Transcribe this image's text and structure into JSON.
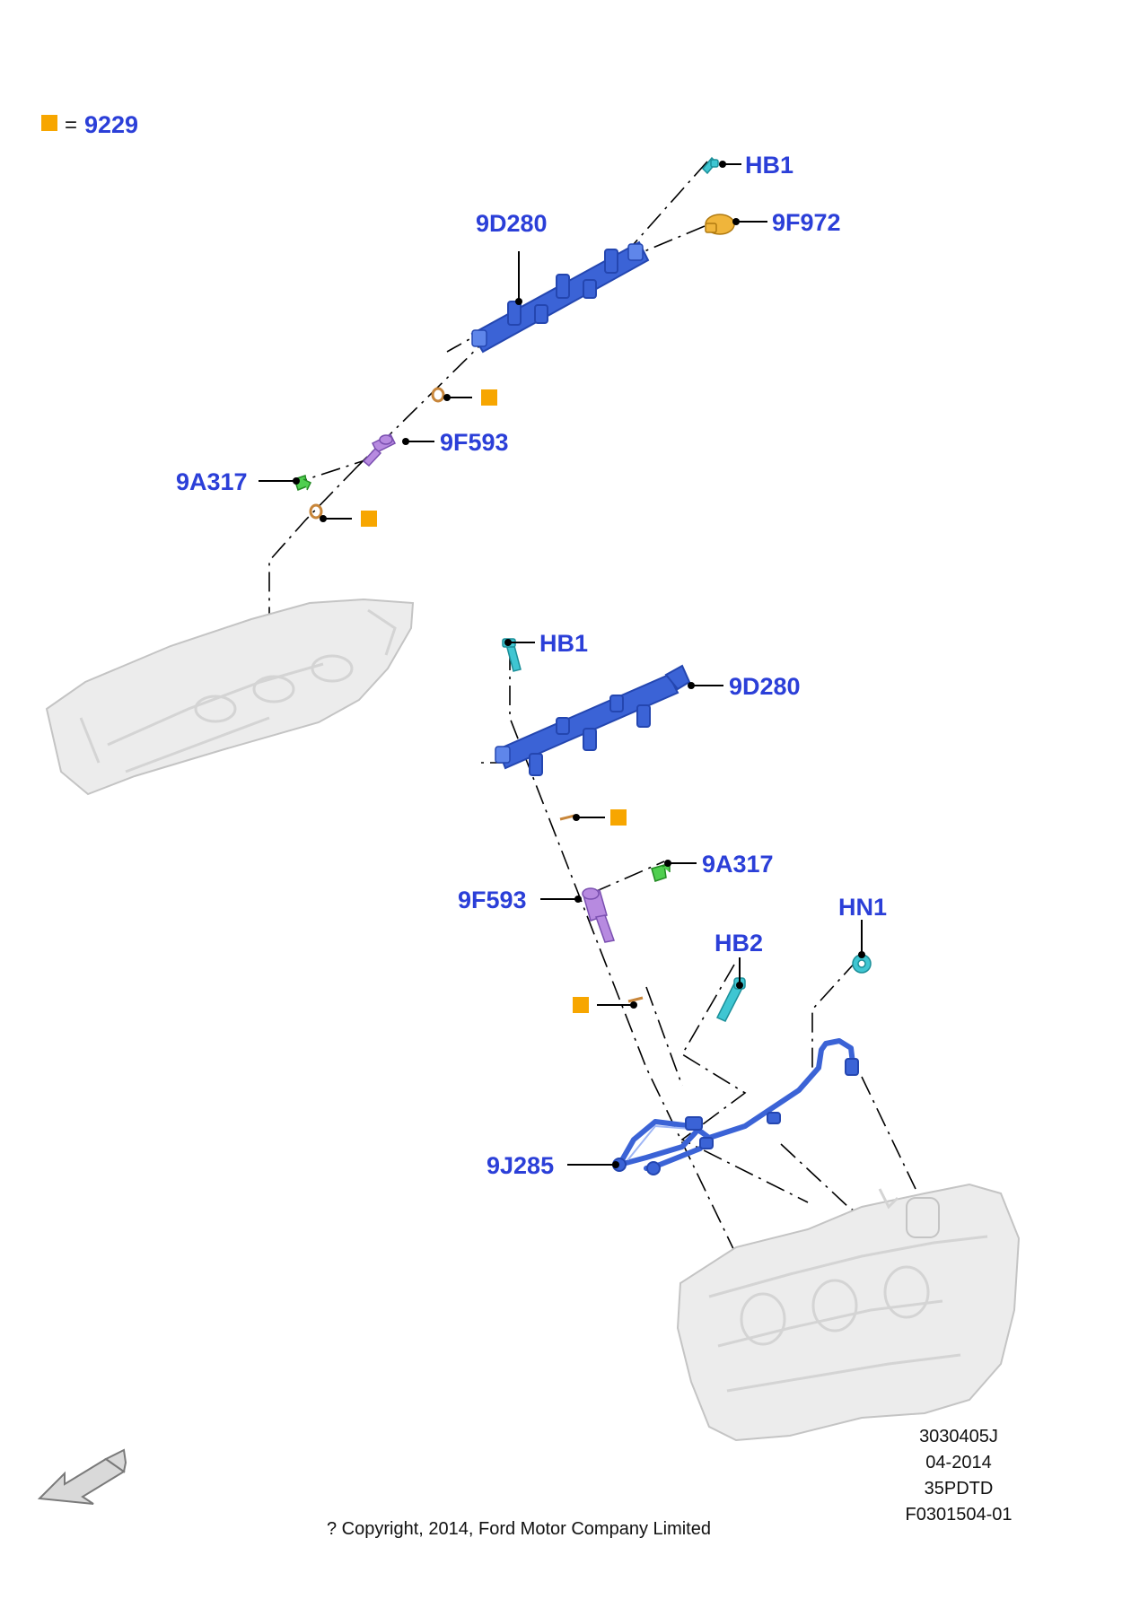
{
  "legend": {
    "swatch_color": "#f7a600",
    "equals": "=",
    "code": "9229"
  },
  "callouts": {
    "hb1_top": "HB1",
    "rail_9d280_top": "9D280",
    "sensor_9f972": "9F972",
    "injector_9f593_top": "9F593",
    "clip_9a317_top": "9A317",
    "hb1_bottom": "HB1",
    "rail_9d280_bottom": "9D280",
    "clip_9a317_bottom": "9A317",
    "injector_9f593_bottom": "9F593",
    "hn1": "HN1",
    "hb2": "HB2",
    "pipe_9j285": "9J285"
  },
  "meta": {
    "line1": "3030405J",
    "line2": "04-2014",
    "line3": "35PDTD",
    "line4": "F0301504-01"
  },
  "copyright": "? Copyright, 2014, Ford Motor Company Limited",
  "colors": {
    "callout_text": "#2b3fd8",
    "legend_square": "#f7a600",
    "fuel_rail": "#3b63d6",
    "bolt": "#3fc6d2",
    "sensor": "#f0b53b",
    "injector": "#b78ae0",
    "clip": "#4fcf4f"
  },
  "icons": {
    "direction_arrow": "front-direction-arrow-icon"
  }
}
